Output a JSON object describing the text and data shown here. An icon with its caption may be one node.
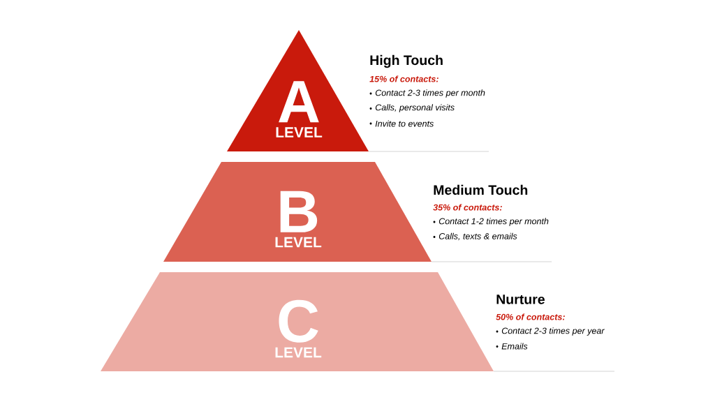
{
  "diagram": {
    "nodes": [
      {
        "text": [
          "A",
          "LEVEL"
        ],
        "beside": [
          "High Touch",
          "15% of contacts:",
          "Contact 2-3 times per month",
          "Calls, personal visits",
          "Invite to events"
        ]
      },
      {
        "text": [
          "B",
          "LEVEL"
        ],
        "beside": [
          "Medium Touch",
          "35% of contacts:",
          "Contact 1-2 times per month",
          "Calls, texts & emails"
        ]
      },
      {
        "text": [
          "C",
          "LEVEL"
        ],
        "beside": [
          "Nurture",
          "50% of contacts:",
          "Contact 2-3 times per year",
          "Emails"
        ]
      }
    ]
  }
}
